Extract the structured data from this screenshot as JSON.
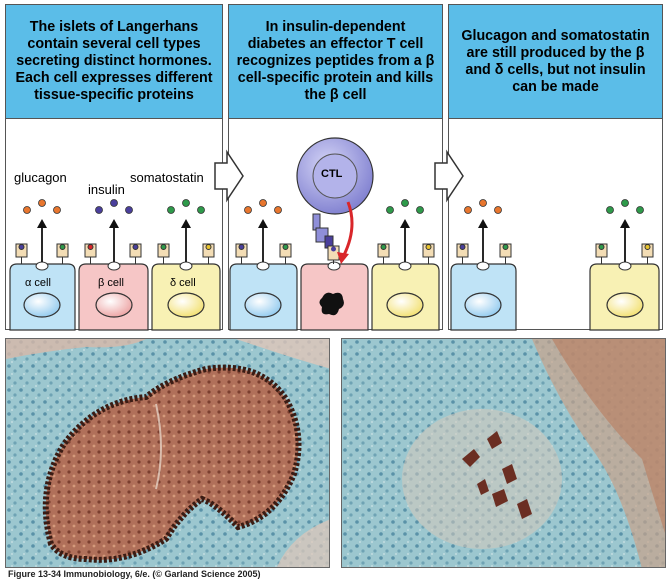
{
  "panels": [
    {
      "header": "The islets of Langerhans contain several cell types secreting distinct hormones. Each cell expresses different tissue-specific proteins"
    },
    {
      "header": "In insulin-dependent diabetes an effector T cell recognizes peptides from a β cell-specific protein and kills the β cell"
    },
    {
      "header": "Glucagon and somatostatin are still produced by the β and δ cells, but not insulin can be made"
    }
  ],
  "hormones": {
    "glucagon": "glucagon",
    "insulin": "insulin",
    "somatostatin": "somatostatin"
  },
  "cells": {
    "alpha": "α cell",
    "beta": "β cell",
    "delta": "δ cell"
  },
  "ctl_label": "CTL",
  "caption": "Figure 13-34 Immunobiology, 6/e. (© Garland Science 2005)",
  "colors": {
    "header_blue": "#5bbde8",
    "alpha_cell": "#bfe3f6",
    "beta_cell": "#f6c6c6",
    "delta_cell": "#f8f1b4",
    "glucagon_dot": "#e8762e",
    "insulin_dot": "#4a3f9c",
    "somatostatin_dot": "#2e9a4a",
    "ctl": "#8f8fd9",
    "kill_arrow": "#d9262a"
  }
}
